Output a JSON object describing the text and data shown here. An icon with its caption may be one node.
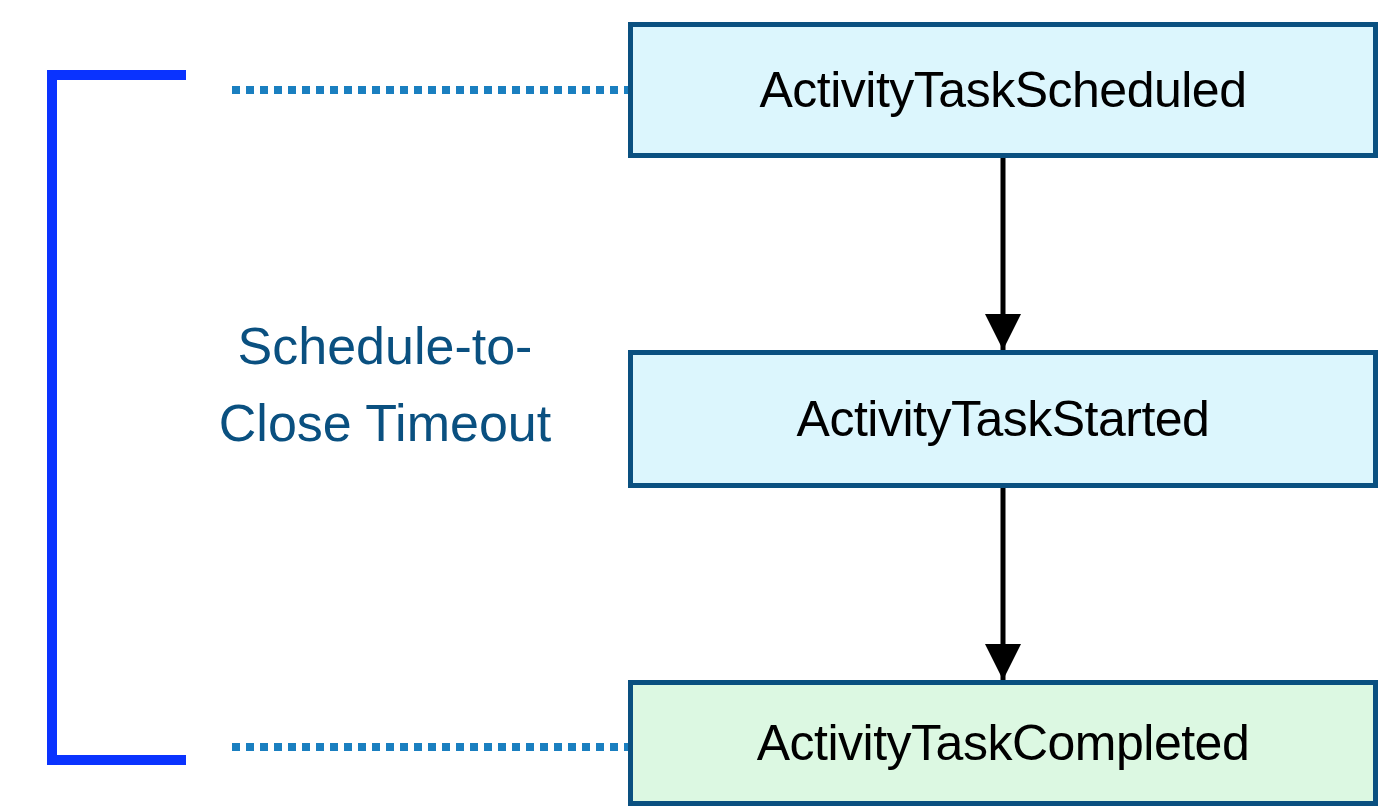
{
  "diagram": {
    "nodes": [
      {
        "text": [
          "ActivityTaskScheduled"
        ]
      },
      {
        "text": [
          "ActivityTaskStarted"
        ]
      },
      {
        "text": [
          "ActivityTaskCompleted"
        ]
      }
    ],
    "edges": [
      {
        "from": 0,
        "to": 1,
        "arrow": "to"
      },
      {
        "from": 1,
        "to": 2,
        "arrow": "to"
      },
      {
        "from": null,
        "to": 0,
        "arrow": "none",
        "style": "dashed",
        "color": "#1a7fc0"
      },
      {
        "from": null,
        "to": 2,
        "arrow": "none",
        "style": "dashed",
        "color": "#1a7fc0"
      }
    ],
    "labels": [
      "Schedule-to-Close Timeout"
    ]
  }
}
